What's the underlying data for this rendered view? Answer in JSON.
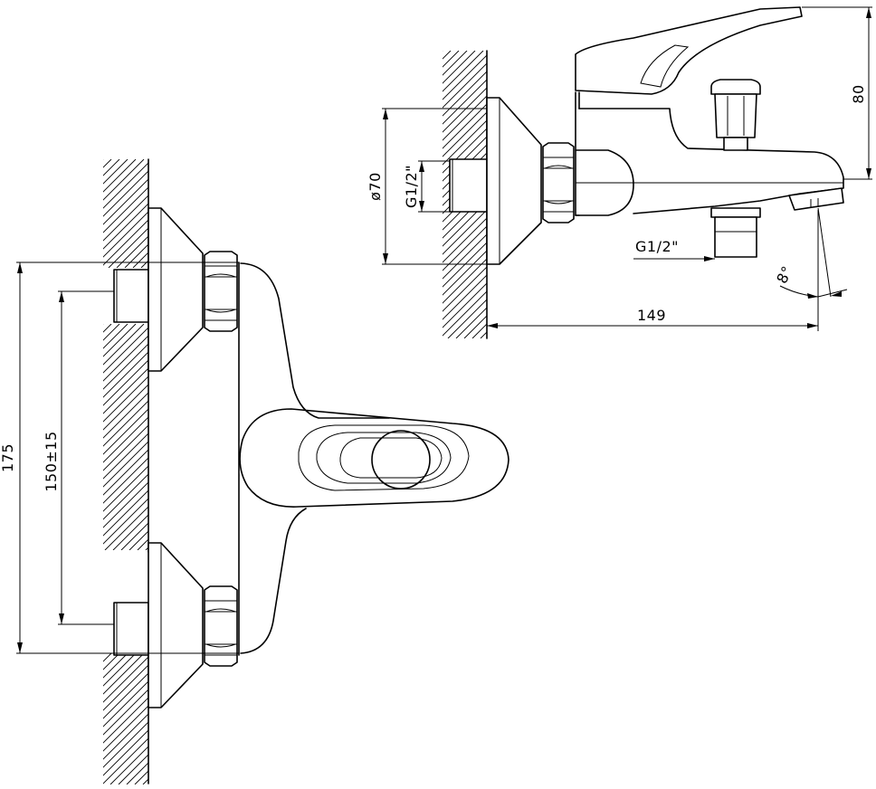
{
  "front_view": {
    "dim_overall_height": "175",
    "dim_inlet_spacing": "150±15"
  },
  "side_view": {
    "dim_flange_diameter": "ø70",
    "dim_inlet_thread": "G1/2\"",
    "dim_outlet_thread": "G1/2\"",
    "dim_height": "80",
    "dim_projection": "149",
    "dim_spout_angle": "8°"
  }
}
